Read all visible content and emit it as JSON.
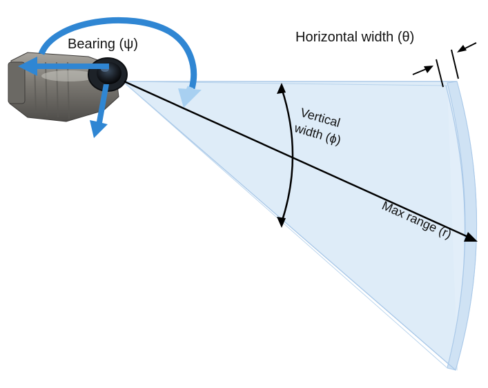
{
  "diagram": {
    "labels": {
      "bearing": "Bearing (ψ)",
      "horizontal_width": "Horizontal width (θ)",
      "vertical_width_line1": "Vertical",
      "vertical_width_line2": "width (ϕ)",
      "max_range": "Max range (r)"
    },
    "colors": {
      "beam_fill": "#dbe9f7",
      "beam_edge": "#a9c8e8",
      "bearing_arrow": "#2f86d3",
      "bearing_arrow_tail": "#a8d0f1",
      "axis_arrow": "#2f86d3",
      "annotation": "#000000",
      "sensor_body": "#7d7b77"
    },
    "icons": {
      "sensor": "sonar-sensor-icon",
      "bearing": "curved-rotation-arrow-icon"
    }
  }
}
